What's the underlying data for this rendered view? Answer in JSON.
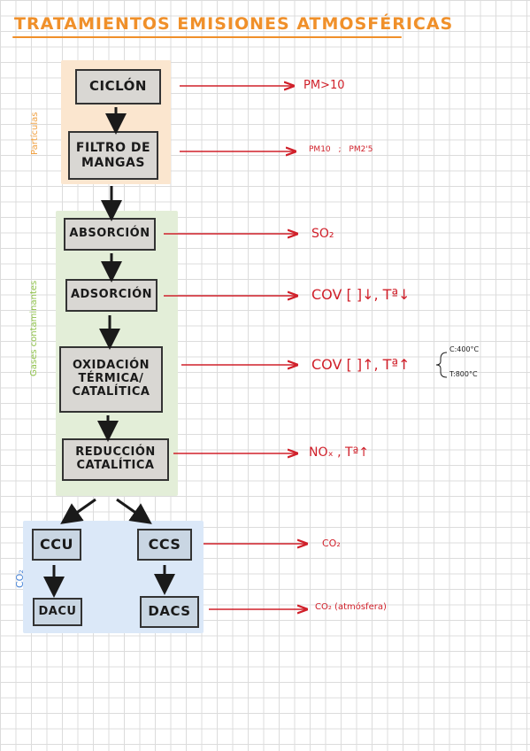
{
  "title": "TRATAMIENTOS EMISIONES ATMOSFÉRICAS",
  "groups": {
    "particles": {
      "label": "Partículas"
    },
    "gases": {
      "label": "Gases contaminantes"
    },
    "co2": {
      "label": "CO₂"
    }
  },
  "boxes": {
    "ciclon": "CICLÓN",
    "filtro": "FILTRO DE MANGAS",
    "absorcion1": "ABSORCIÓN",
    "adsorcion": "ADSORCIÓN",
    "oxidacion": "OXIDACIÓN TÉRMICA/ CATALÍTICA",
    "reduccion": "REDUCCIÓN CATALÍTICA",
    "ccu": "CCU",
    "ccs": "CCS",
    "dacu": "DACU",
    "dacs": "DACS"
  },
  "outputs": {
    "ciclon": "PM>10",
    "filtro": "PM10 ; PM2'5",
    "absorcion1": "SO₂",
    "adsorcion": "COV [ ]↓, Tª↓",
    "oxidacion": "COV [ ]↑, Tª↑",
    "oxidacion_c": "C:400°C",
    "oxidacion_t": "T:800°C",
    "reduccion": "NOₓ , Tª↑",
    "ccs": "CO₂",
    "dacs": "CO₂ (atmósfera)"
  },
  "colors": {
    "title": "#f0902a",
    "arrow_out": "#d0202a",
    "particles_bg": "#fbe6cf",
    "gases_bg": "#e3eed8",
    "co2_bg": "#dbe8f8",
    "box": "#d9d7d3",
    "particles_label": "#f0a040",
    "gases_label": "#8fc24a",
    "co2_label": "#4a86d8"
  }
}
